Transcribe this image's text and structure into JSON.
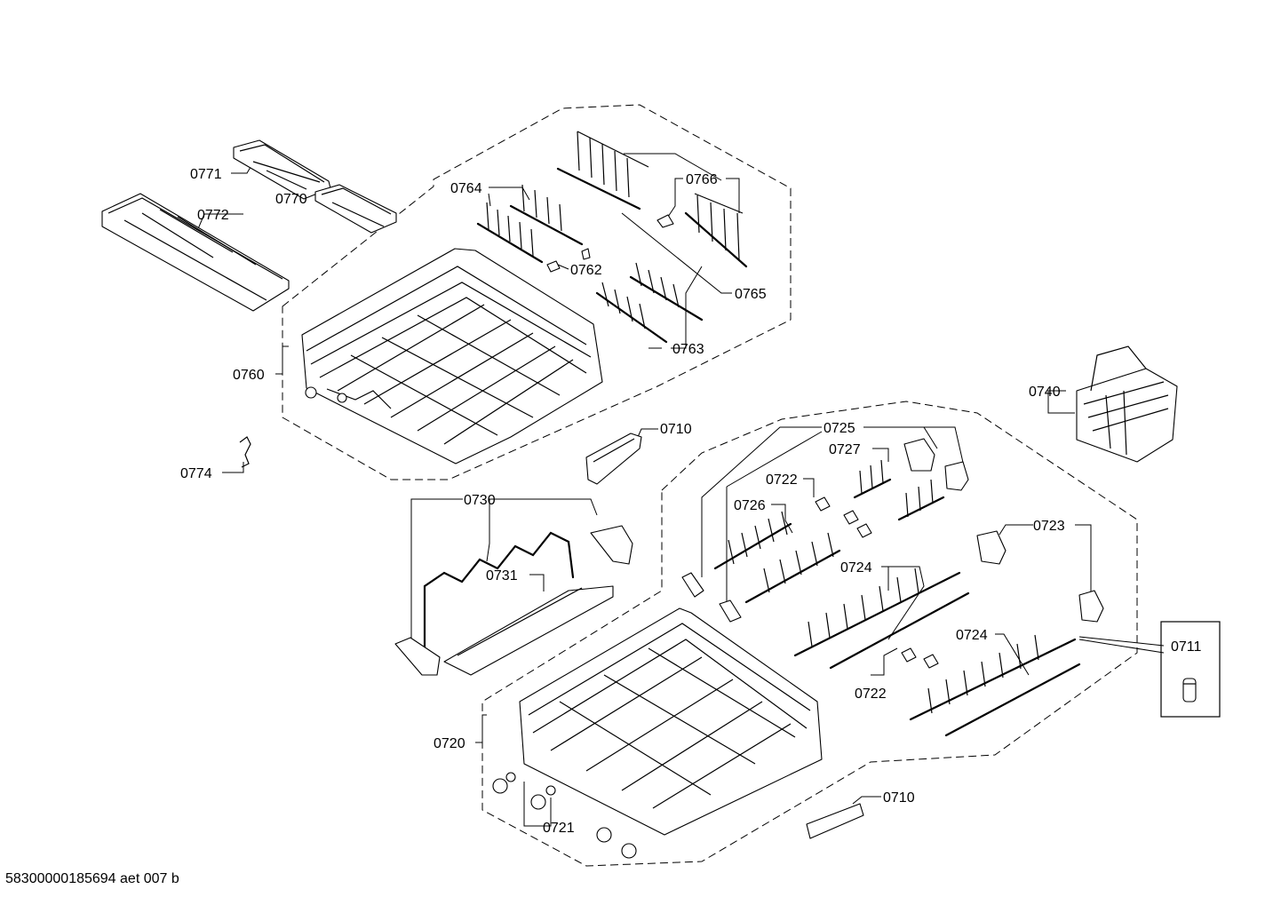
{
  "labels": {
    "l0771": "0771",
    "l0772": "0772",
    "l0770": "0770",
    "l0764": "0764",
    "l0766": "0766",
    "l0762": "0762",
    "l0765": "0765",
    "l0763": "0763",
    "l0760": "0760",
    "l0774": "0774",
    "l0710a": "0710",
    "l0740": "0740",
    "l0725": "0725",
    "l0727": "0727",
    "l0722a": "0722",
    "l0726": "0726",
    "l0730": "0730",
    "l0723": "0723",
    "l0724a": "0724",
    "l0731": "0731",
    "l0711": "0711",
    "l0724b": "0724",
    "l0722b": "0722",
    "l0720": "0720",
    "l0710b": "0710",
    "l0721": "0721"
  },
  "footer": "58300000185694 aet 007 b"
}
